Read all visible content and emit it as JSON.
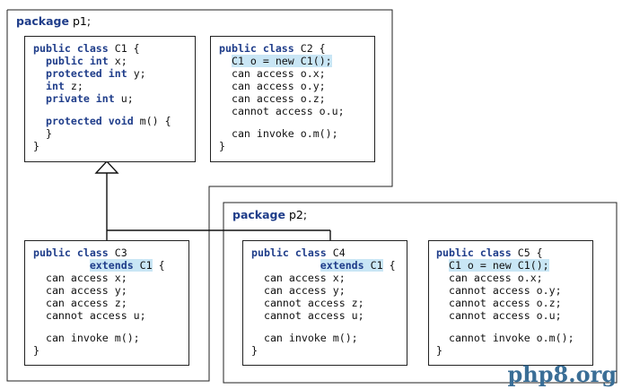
{
  "packages": {
    "p1": {
      "keyword": "package",
      "name": " p1;"
    },
    "p2": {
      "keyword": "package",
      "name": " p2;"
    }
  },
  "classes": {
    "c1": {
      "lines": [
        [
          {
            "t": "public class",
            "k": 1
          },
          {
            "t": " C1 {"
          }
        ],
        [
          {
            "t": "  "
          },
          {
            "t": "public int",
            "k": 1
          },
          {
            "t": " x;"
          }
        ],
        [
          {
            "t": "  "
          },
          {
            "t": "protected int",
            "k": 1
          },
          {
            "t": " y;"
          }
        ],
        [
          {
            "t": "  "
          },
          {
            "t": "int",
            "k": 1
          },
          {
            "t": " z;"
          }
        ],
        [
          {
            "t": "  "
          },
          {
            "t": "private int",
            "k": 1
          },
          {
            "t": " u;"
          }
        ],
        [],
        [
          {
            "t": "  "
          },
          {
            "t": "protected void",
            "k": 1
          },
          {
            "t": " m() {"
          }
        ],
        [
          {
            "t": "  }"
          }
        ],
        [
          {
            "t": "}"
          }
        ]
      ]
    },
    "c2": {
      "lines": [
        [
          {
            "t": "public class",
            "k": 1
          },
          {
            "t": " C2 {"
          }
        ],
        [
          {
            "t": "  "
          },
          {
            "t": "C1 o = new C1();",
            "h": 1
          }
        ],
        [
          {
            "t": "  can access o.x;"
          }
        ],
        [
          {
            "t": "  can access o.y;"
          }
        ],
        [
          {
            "t": "  can access o.z;"
          }
        ],
        [
          {
            "t": "  cannot access o.u;"
          }
        ],
        [],
        [
          {
            "t": "  can invoke o.m();"
          }
        ],
        [
          {
            "t": "}"
          }
        ]
      ]
    },
    "c3": {
      "lines": [
        [
          {
            "t": "public class",
            "k": 1
          },
          {
            "t": " C3"
          }
        ],
        [
          {
            "t": "         "
          },
          {
            "t": "extends",
            "k": 1,
            "h": 1
          },
          {
            "t": " C1",
            "h": 1
          },
          {
            "t": " {"
          }
        ],
        [
          {
            "t": "  can access x;"
          }
        ],
        [
          {
            "t": "  can access y;"
          }
        ],
        [
          {
            "t": "  can access z;"
          }
        ],
        [
          {
            "t": "  cannot access u;"
          }
        ],
        [],
        [
          {
            "t": "  can invoke m();"
          }
        ],
        [
          {
            "t": "}"
          }
        ]
      ]
    },
    "c4": {
      "lines": [
        [
          {
            "t": "public class",
            "k": 1
          },
          {
            "t": " C4"
          }
        ],
        [
          {
            "t": "           "
          },
          {
            "t": "extends",
            "k": 1,
            "h": 1
          },
          {
            "t": " C1",
            "h": 1
          },
          {
            "t": " {"
          }
        ],
        [
          {
            "t": "  can access x;"
          }
        ],
        [
          {
            "t": "  can access y;"
          }
        ],
        [
          {
            "t": "  cannot access z;"
          }
        ],
        [
          {
            "t": "  cannot access u;"
          }
        ],
        [],
        [
          {
            "t": "  can invoke m();"
          }
        ],
        [
          {
            "t": "}"
          }
        ]
      ]
    },
    "c5": {
      "lines": [
        [
          {
            "t": "public class",
            "k": 1
          },
          {
            "t": " C5 {"
          }
        ],
        [
          {
            "t": "  "
          },
          {
            "t": "C1 o = new C1();",
            "h": 1
          }
        ],
        [
          {
            "t": "  can access o.x;"
          }
        ],
        [
          {
            "t": "  cannot access o.y;"
          }
        ],
        [
          {
            "t": "  cannot access o.z;"
          }
        ],
        [
          {
            "t": "  cannot access o.u;"
          }
        ],
        [],
        [
          {
            "t": "  cannot invoke o.m();"
          }
        ],
        [
          {
            "t": "}"
          }
        ]
      ]
    }
  },
  "watermark": "php8.org",
  "colors": {
    "keyword": "#1f3d8a",
    "highlight": "#c9e6f5",
    "watermark": "#3a6e96"
  }
}
